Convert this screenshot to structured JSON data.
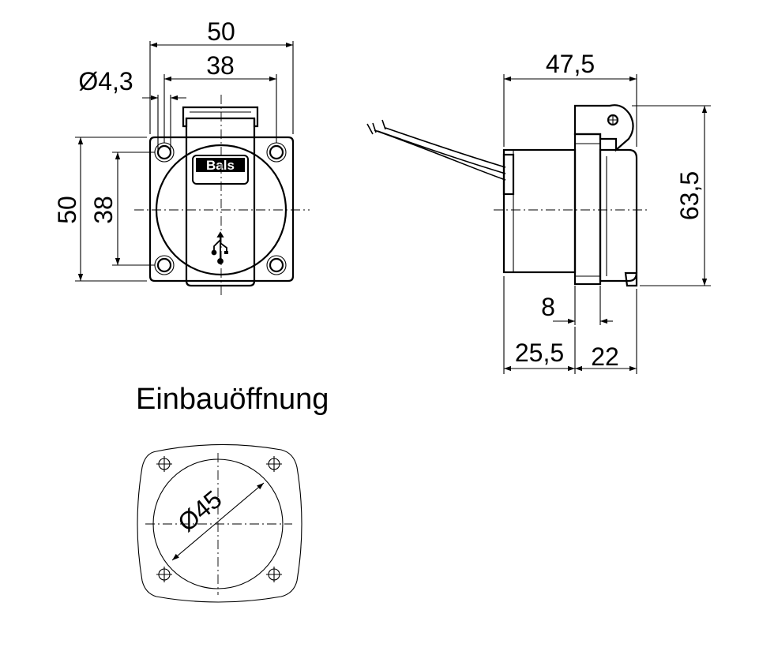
{
  "front_view": {
    "overall_width": "50",
    "hole_spacing_width": "38",
    "hole_diameter": "Ø4,3",
    "overall_height": "50",
    "hole_spacing_height": "38",
    "brand_logo": "Bals",
    "port_symbol_icon": "usb-icon"
  },
  "side_view": {
    "overall_depth": "47,5",
    "height": "63,5",
    "flange_offset": "8",
    "rear_depth": "25,5",
    "front_depth": "22"
  },
  "cutout": {
    "title": "Einbauöffnung",
    "diameter": "Ø45"
  },
  "colors": {
    "line": "#000000",
    "background": "#ffffff"
  }
}
